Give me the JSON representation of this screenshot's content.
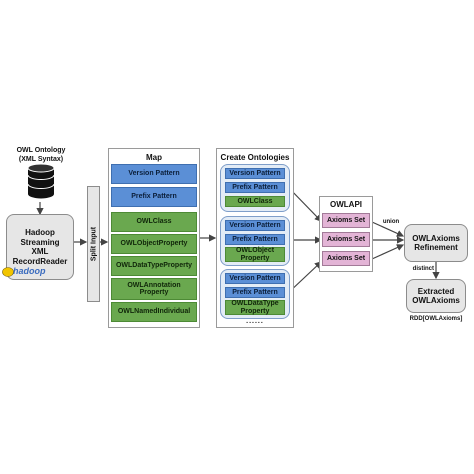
{
  "ontology_label": [
    "OWL Ontology",
    "(XML Syntax)"
  ],
  "reader_label": [
    "Hadoop",
    "Streaming",
    "XML",
    "RecordReader"
  ],
  "hadoop_logo_text": "hadoop",
  "split_input_label": "Split Input",
  "map": {
    "title": "Map",
    "blue_items": [
      "Version Pattern",
      "Prefix Pattern"
    ],
    "green_items": [
      "OWLClass",
      "OWLObjectProperty",
      "OWLDataTypeProperty",
      "OWLAnnotation Property",
      "OWLNamedIndividual"
    ]
  },
  "create": {
    "title": "Create Ontologies",
    "groups": [
      {
        "version": "Version Pattern",
        "prefix": "Prefix Pattern",
        "green": "OWLClass"
      },
      {
        "version": "Version Pattern",
        "prefix": "Prefix Pattern",
        "green": "OWLObject Property"
      },
      {
        "version": "Version Pattern",
        "prefix": "Prefix Pattern",
        "green": "OWLDataType Property"
      }
    ],
    "ellipsis": "......"
  },
  "owlapi": {
    "title": "OWLAPI",
    "axioms": [
      "Axioms Set",
      "Axioms Set",
      "Axioms Set"
    ]
  },
  "union_label": "union",
  "refinement_label": [
    "OWLAxioms",
    "Refinement"
  ],
  "distinct_label": "distinct",
  "extracted_label": [
    "Extracted",
    "OWLAxioms"
  ],
  "rdd_label": "RDD[OWLAxioms]",
  "colors": {
    "blue": "#5b8fd6",
    "green": "#6aa84f",
    "pink": "#e3b4d6",
    "gray": "#e6e6e6",
    "group_bg": "#e3ecf6"
  }
}
